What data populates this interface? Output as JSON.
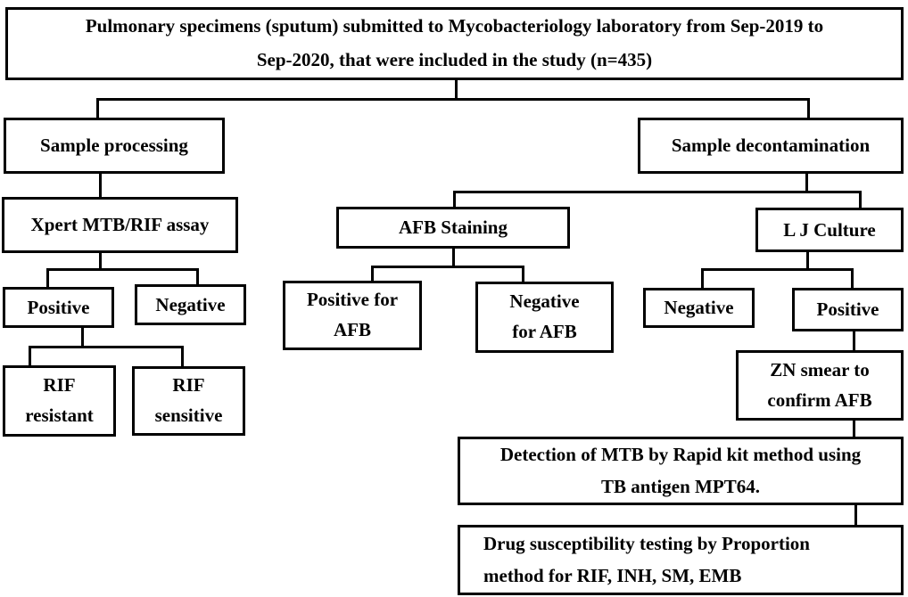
{
  "diagram": {
    "colors": {
      "box_border": "#000000",
      "background": "#ffffff",
      "text": "#000000"
    },
    "root": {
      "label": "Pulmonary specimens (sputum) submitted to Mycobacteriology laboratory from Sep-2019 to\nSep-2020, that were included in the study (n=435)"
    },
    "left_branch": {
      "sample_processing": {
        "label": "Sample processing"
      },
      "xpert_assay": {
        "label": "Xpert MTB/RIF assay"
      },
      "xpert_positive": {
        "label": "Positive"
      },
      "xpert_negative": {
        "label": "Negative"
      },
      "rif_resistant": {
        "label": "RIF\nresistant"
      },
      "rif_sensitive": {
        "label": "RIF\nsensitive"
      }
    },
    "right_branch": {
      "sample_decontamination": {
        "label": "Sample decontamination"
      },
      "afb_staining": {
        "label": "AFB Staining"
      },
      "afb_positive": {
        "label": "Positive for\nAFB"
      },
      "afb_negative": {
        "label": "Negative\nfor AFB"
      },
      "lj_culture": {
        "label": "L J Culture"
      },
      "lj_negative": {
        "label": "Negative"
      },
      "lj_positive": {
        "label": "Positive"
      },
      "zn_smear": {
        "label": "ZN smear to\nconfirm AFB"
      },
      "mtb_detection": {
        "label": "Detection of MTB by Rapid kit method using\nTB antigen MPT64."
      },
      "drug_susceptibility": {
        "label": "Drug susceptibility testing by Proportion\nmethod for RIF, INH, SM, EMB"
      }
    }
  }
}
